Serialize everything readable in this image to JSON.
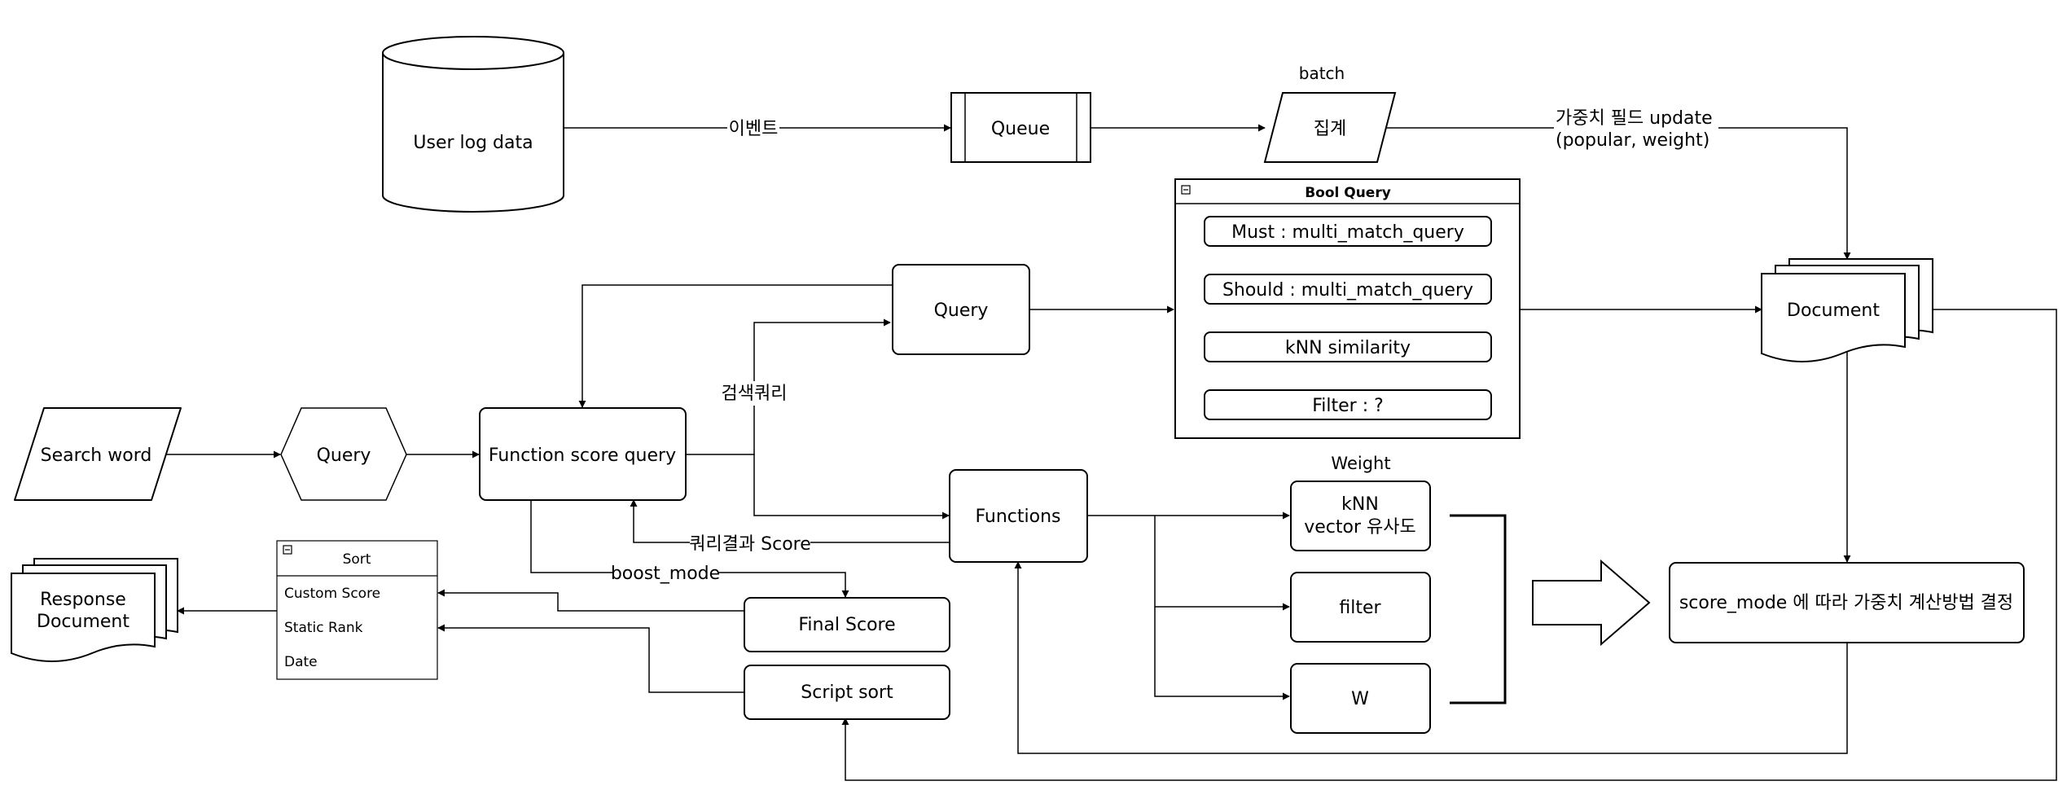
{
  "nodes": {
    "user_log_data": "User log data",
    "queue": "Queue",
    "aggregate": "집계",
    "batch": "batch",
    "query_top": "Query",
    "bool_query": {
      "title": "Bool Query",
      "items": [
        "Must : multi_match_query",
        "Should : multi_match_query",
        "kNN similarity",
        "Filter : ?"
      ]
    },
    "document": "Document",
    "search_word": "Search word",
    "query_hex": "Query",
    "function_score_query": "Function score query",
    "functions": "Functions",
    "weight_title": "Weight",
    "weight_items": {
      "knn_line1": "kNN",
      "knn_line2": "vector 유사도",
      "filter": "filter",
      "w": "W"
    },
    "score_mode": "score_mode 에 따라 가중치 계산방법 결정",
    "final_score": "Final Score",
    "script_sort": "Script sort",
    "sort": {
      "title": "Sort",
      "items": [
        "Custom Score",
        "Static Rank",
        "Date"
      ]
    },
    "response_document_line1": "Response",
    "response_document_line2": "Document"
  },
  "edges": {
    "event": "이벤트",
    "weight_update_line1": "가중치 필드 update",
    "weight_update_line2": "(popular, weight)",
    "search_query": "검색쿼리",
    "query_result_score": "쿼리결과 Score",
    "boost_mode": "boost_mode"
  }
}
